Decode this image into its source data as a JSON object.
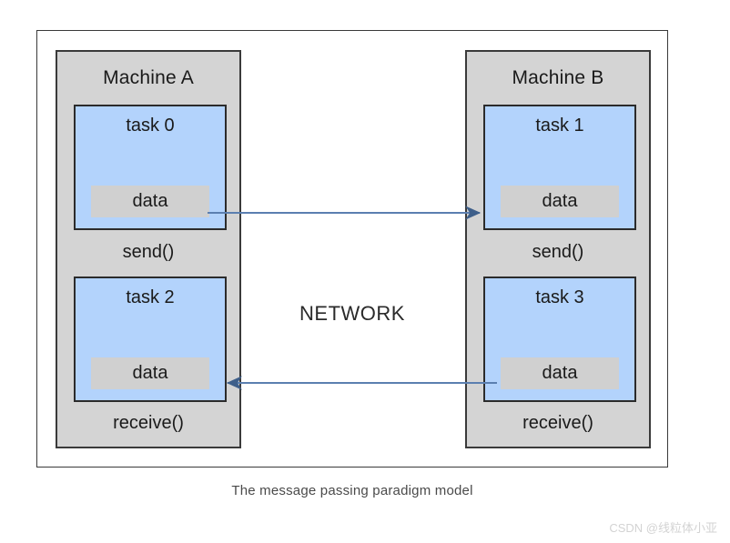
{
  "diagram": {
    "caption": "The message passing paradigm model",
    "network_label": "NETWORK",
    "colors": {
      "machine_fill": "#d4d4d4",
      "task_fill": "#b3d3fc",
      "data_fill": "#d0d0d0",
      "border": "#3a3a3a",
      "arrow": "#4a6fa5",
      "background": "#ffffff"
    },
    "machines": [
      {
        "id": "machine-a",
        "title": "Machine A",
        "tasks": [
          {
            "id": "task-0",
            "label": "task 0",
            "data_label": "data"
          },
          {
            "id": "task-2",
            "label": "task 2",
            "data_label": "data"
          }
        ],
        "operations": {
          "send": "send()",
          "receive": "receive()"
        }
      },
      {
        "id": "machine-b",
        "title": "Machine B",
        "tasks": [
          {
            "id": "task-1",
            "label": "task 1",
            "data_label": "data"
          },
          {
            "id": "task-3",
            "label": "task 3",
            "data_label": "data"
          }
        ],
        "operations": {
          "send": "send()",
          "receive": "receive()"
        }
      }
    ],
    "arrows": [
      {
        "id": "arrow-a-to-b",
        "direction": "right",
        "from": "task 0 data",
        "to": "task 1 data"
      },
      {
        "id": "arrow-b-to-a",
        "direction": "left",
        "from": "task 3 data",
        "to": "task 2 data"
      }
    ]
  },
  "watermark": {
    "text": "CSDN @线粒体小亚"
  }
}
